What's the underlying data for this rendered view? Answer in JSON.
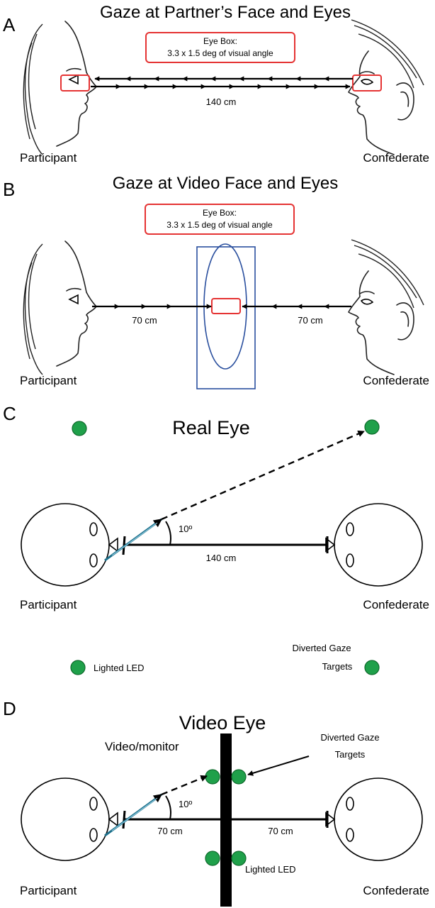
{
  "panels": {
    "a": {
      "letter": "A",
      "title": "Gaze at Partner’s Face and Eyes",
      "box_line1": "Eye Box:",
      "box_line2": "3.3 x 1.5 deg of visual angle",
      "distance": "140 cm",
      "left_label": "Participant",
      "right_label": "Confederate"
    },
    "b": {
      "letter": "B",
      "title": "Gaze at Video Face and Eyes",
      "box_line1": "Eye Box:",
      "box_line2": "3.3 x 1.5 deg of visual angle",
      "distance_left": "70 cm",
      "distance_right": "70 cm",
      "left_label": "Participant",
      "right_label": "Confederate"
    },
    "c": {
      "letter": "C",
      "title": "Real Eye",
      "angle": "10º",
      "distance": "140 cm",
      "left_label": "Participant",
      "right_label": "Confederate",
      "legend_led": "Lighted LED",
      "legend_targets_line1": "Diverted Gaze",
      "legend_targets_line2": "Targets"
    },
    "d": {
      "letter": "D",
      "title": "Video  Eye",
      "monitor_label": "Video/monitor",
      "targets_line1": "Diverted Gaze",
      "targets_line2": "Targets",
      "angle": "10º",
      "distance_left": "70 cm",
      "distance_right": "70 cm",
      "led_label": "Lighted LED",
      "left_label": "Participant",
      "right_label": "Confederate"
    }
  },
  "colors": {
    "eye_box": "#e53333",
    "monitor_frame": "#2a4f9e",
    "led": "#1fa04a",
    "gaze_arrow": "#1c6f8a"
  }
}
